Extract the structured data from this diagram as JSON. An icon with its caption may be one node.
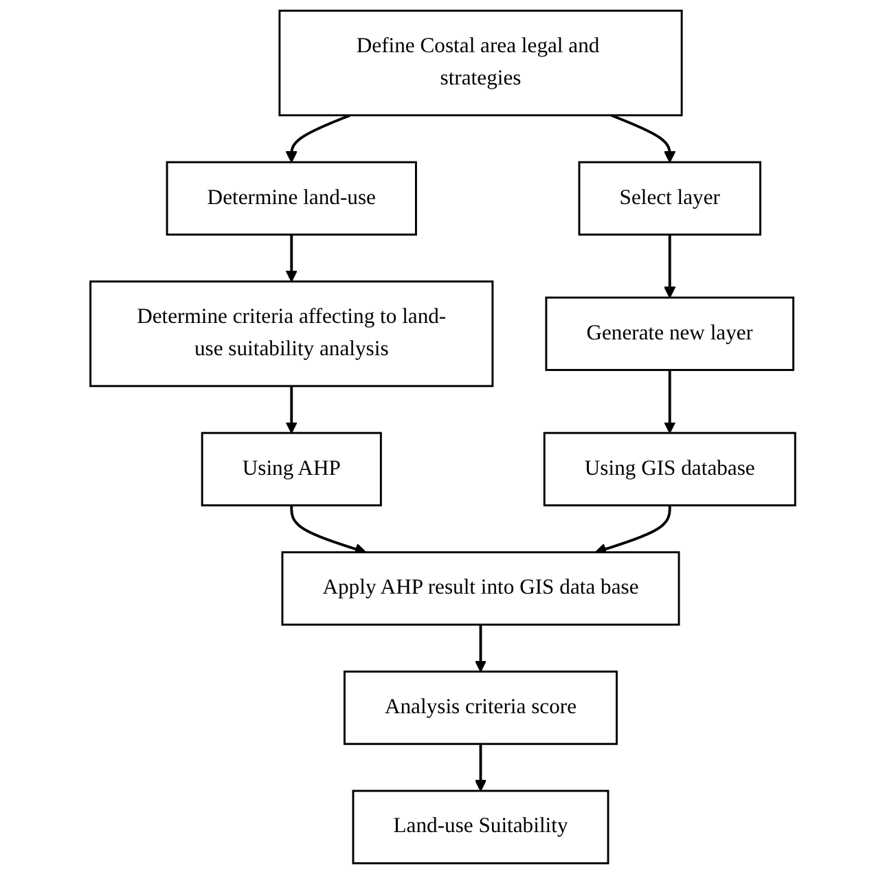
{
  "diagram": {
    "nodes": [
      {
        "text": [
          "Define Costal area legal and strategies"
        ]
      },
      {
        "text": [
          "Determine land-use"
        ]
      },
      {
        "text": [
          "Select layer"
        ]
      },
      {
        "text": [
          "Determine criteria affecting to land-use suitability analysis"
        ]
      },
      {
        "text": [
          "Generate new layer"
        ]
      },
      {
        "text": [
          "Using AHP"
        ]
      },
      {
        "text": [
          "Using GIS database"
        ]
      },
      {
        "text": [
          "Apply AHP result into GIS data base"
        ]
      },
      {
        "text": [
          "Analysis criteria score"
        ]
      },
      {
        "text": [
          "Land-use Suitability"
        ]
      }
    ],
    "edges": [
      {
        "from": 0,
        "to": 1,
        "arrow": "to"
      },
      {
        "from": 0,
        "to": 2,
        "arrow": "to"
      },
      {
        "from": 1,
        "to": 3,
        "arrow": "to"
      },
      {
        "from": 2,
        "to": 4,
        "arrow": "to"
      },
      {
        "from": 3,
        "to": 5,
        "arrow": "to"
      },
      {
        "from": 4,
        "to": 6,
        "arrow": "to"
      },
      {
        "from": 5,
        "to": 7,
        "arrow": "to"
      },
      {
        "from": 6,
        "to": 7,
        "arrow": "to"
      },
      {
        "from": 7,
        "to": 8,
        "arrow": "to"
      },
      {
        "from": 8,
        "to": 9,
        "arrow": "to"
      }
    ]
  }
}
